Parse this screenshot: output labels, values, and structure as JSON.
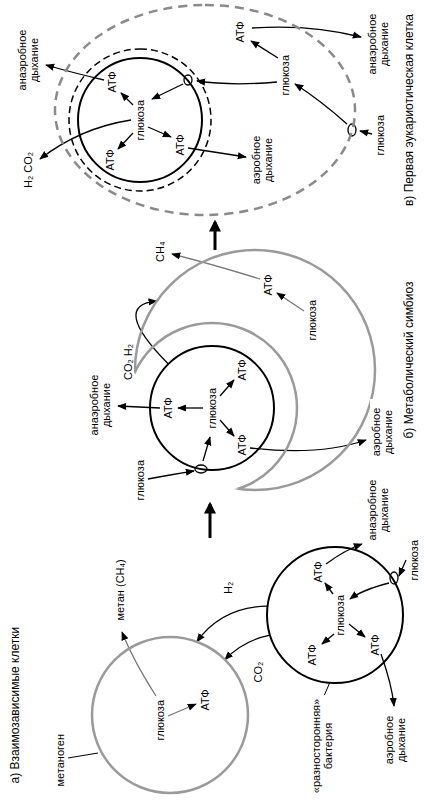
{
  "diagram": {
    "nodes": [
      {
        "text": [
          "глюкоза",
          "АТФ",
          "АТФ",
          "АТФ"
        ]
      },
      {
        "text": [
          "глюкоза",
          "АТФ"
        ]
      },
      {
        "text": [
          "глюкоза",
          "АТФ",
          "АТФ",
          "АТФ"
        ]
      },
      {
        "text": [
          "глюкоза",
          "АТФ"
        ]
      },
      {
        "text": [
          "глюкоза",
          "АТФ"
        ]
      },
      {
        "text": [
          "глюкоза",
          "АТФ",
          "АТФ",
          "АТФ"
        ],
        "in": 4
      }
    ],
    "edges": [
      {
        "from": 0,
        "to": 1,
        "arrow": "to",
        "label": "CO₂"
      },
      {
        "from": 0,
        "to": 1,
        "arrow": "to",
        "label": "H₂"
      },
      {
        "from": 2,
        "to": 3,
        "arrow": "to",
        "label": "CO₂ H₂"
      }
    ],
    "labels": [
      "а) Взаимозависимые клетки",
      "глюкоза",
      "аэробное дыхание",
      "анаэробное дыхание",
      "«разносторонняя» бактерия",
      "метан (CH₄)",
      "метаноген",
      "глюкоза",
      "анаэробное дыхание",
      "аэробное дыхание",
      "CH₄",
      "б) Метаболический симбиоз",
      "H₂ CO₂",
      "анаэробное дыхание",
      "аэробное дыхание",
      "анаэробное дыхание",
      "в) Первая эукариотическая клетка",
      "глюкоза"
    ]
  }
}
